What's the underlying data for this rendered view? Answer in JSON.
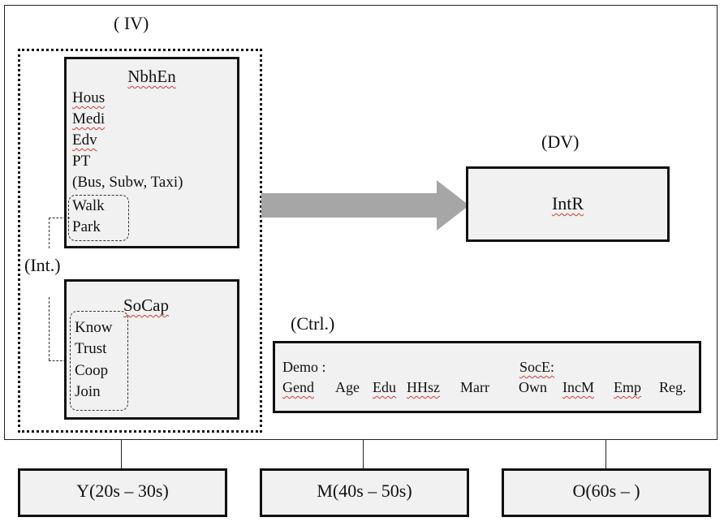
{
  "diagram": {
    "iv_label": "( IV)",
    "dv_label": "(DV)",
    "int_label": "(Int.)",
    "ctrl_label": "(Ctrl.)",
    "nbhen": {
      "title": "NbhEn",
      "items": [
        "Hous",
        "Medi",
        "Edv",
        "PT",
        "(Bus, Subw, Taxi)"
      ],
      "walk": "Walk",
      "park": "Park"
    },
    "socap": {
      "title": "SoCap",
      "items": [
        "Know",
        "Trust",
        "Coop",
        "Join"
      ]
    },
    "intr": "IntR",
    "controls": {
      "demo_label": "Demo :",
      "soce_label": "SocE:",
      "vars": [
        "Gend",
        "Age",
        "Edu",
        "HHsz",
        "Marr",
        "Own",
        "IncM",
        "Emp",
        "Reg."
      ]
    },
    "groups": [
      "Y(20s – 30s)",
      "M(40s – 50s)",
      "O(60s – )"
    ]
  }
}
